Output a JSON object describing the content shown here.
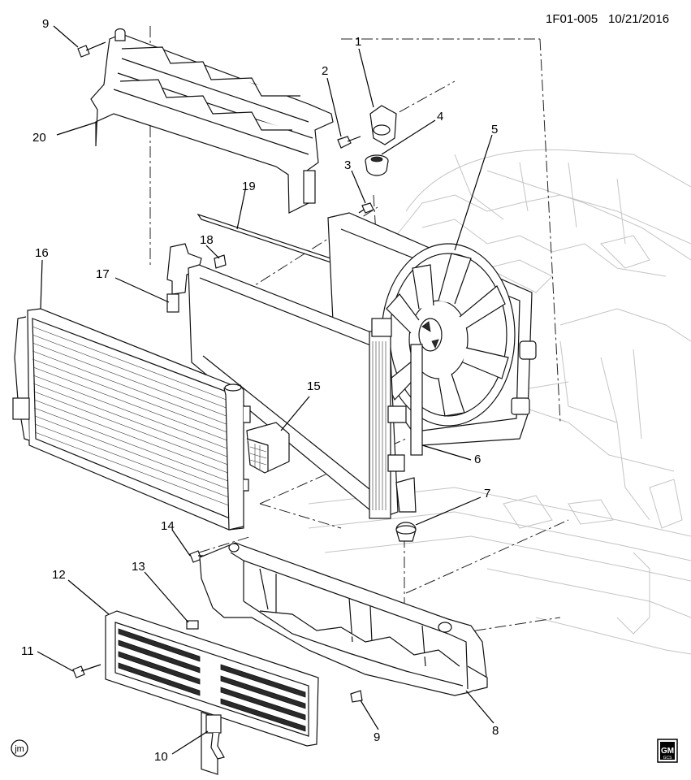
{
  "diagram": {
    "reference": "1F01-005",
    "date": "10/21/2016",
    "artist_initials": "jm",
    "brand_logo_text": [
      "GM",
      "GCS"
    ],
    "callouts": [
      "1",
      "2",
      "3",
      "4",
      "5",
      "6",
      "7",
      "8",
      "9",
      "9",
      "10",
      "11",
      "12",
      "13",
      "14",
      "15",
      "16",
      "17",
      "18",
      "19",
      "20"
    ]
  }
}
